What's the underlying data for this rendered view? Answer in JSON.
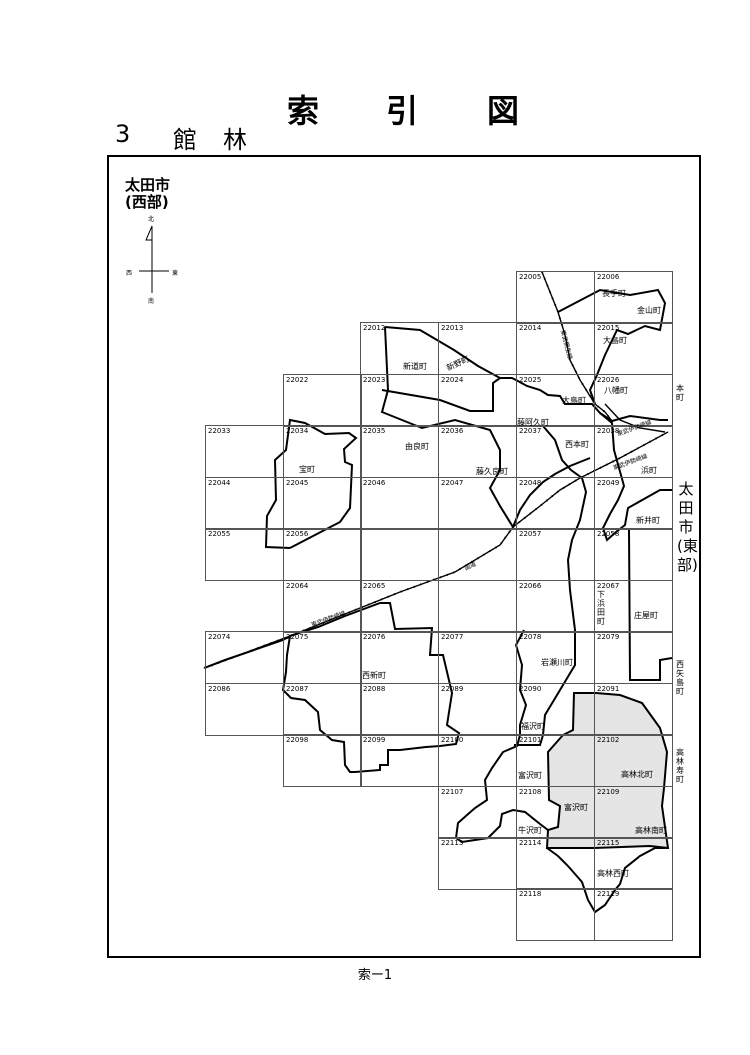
{
  "header": {
    "title_chars": [
      "索",
      "引",
      "図"
    ],
    "section_number": "3",
    "section_name_chars": [
      "館",
      "林"
    ]
  },
  "neighbors": {
    "west_city_line1": "太田市",
    "west_city_line2": "(西部)",
    "east_city": "太田市(東部)"
  },
  "compass": {
    "north": "北",
    "south": "南",
    "east": "東",
    "west": "西"
  },
  "grid_cells": [
    "22005",
    "22006",
    "22012",
    "22013",
    "22014",
    "22015",
    "22022",
    "22023",
    "22024",
    "22025",
    "22026",
    "22033",
    "22034",
    "22035",
    "22036",
    "22037",
    "22038",
    "22044",
    "22045",
    "22046",
    "22047",
    "22048",
    "22049",
    "22055",
    "22056",
    "22057",
    "22058",
    "22064",
    "22065",
    "22066",
    "22067",
    "22074",
    "22075",
    "22076",
    "22077",
    "22078",
    "22079",
    "22086",
    "22087",
    "22088",
    "22089",
    "22090",
    "22091",
    "22098",
    "22099",
    "22100",
    "22101",
    "22102",
    "22107",
    "22108",
    "22109",
    "22113",
    "22114",
    "22115",
    "22118",
    "22119"
  ],
  "places": {
    "nagatecho": "長手町",
    "kanayamacho": "金山町",
    "oshimacho_1": "大島町",
    "oshimacho_2": "大島町",
    "yawatacho": "八幡町",
    "shindocho": "新道町",
    "shinnocho": "新野町",
    "fujiakucho": "藤阿久町",
    "nishihoncho": "西本町",
    "yurachou": "由良町",
    "takaracho": "宝町",
    "fujikuracho": "藤久良町",
    "hamacho": "浜町",
    "niiicho": "新井町",
    "shimohamadacho": "下浜田町",
    "shoyacho": "庄屋町",
    "nishiyajimacho": "西矢島町",
    "iwasegawacho": "岩瀬川町",
    "nishishincho": "西新町",
    "fukuzawacho": "福沢町",
    "tomizawacho_1": "富沢町",
    "tomizawacho_2": "富沢町",
    "takabayashikitacho": "高林北町",
    "takabayashijucho": "高林寿町",
    "takabayashiminamicho": "高林南町",
    "takabayashinishicho": "高林西町",
    "ushizawacho": "牛沢町",
    "honcho": "本町"
  },
  "railways": {
    "tobu_isesaki_1": "東武伊勢崎線",
    "tobu_isesaki_2": "東武伊勢崎線",
    "tobu_isesaki_3": "東武伊勢崎線",
    "tobu_kiryu": "東武桐生線",
    "national_road": "国道"
  },
  "footer": {
    "page_label": "索ー1"
  },
  "colors": {
    "highlight_area": "#e5e5e5",
    "line": "#000000",
    "grid": "#555555"
  }
}
